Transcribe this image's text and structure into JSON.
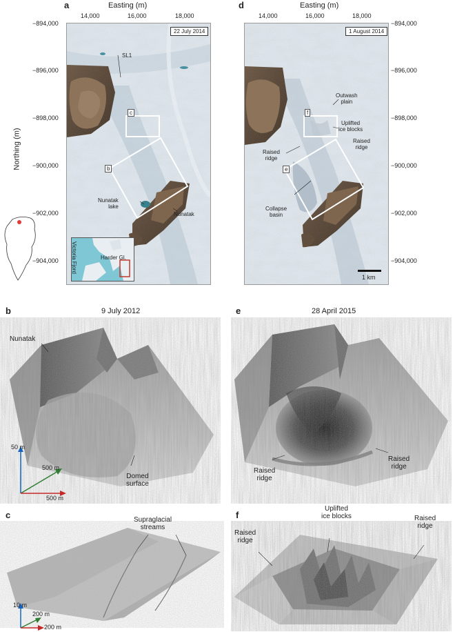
{
  "figure": {
    "panel_a": {
      "letter": "a",
      "date": "22 July 2014",
      "labels": {
        "sl1": "SL1",
        "nunatak_lake": "Nunatak\nlake",
        "nunatak": "Nunatak",
        "box_c": "c",
        "box_b": "b"
      },
      "inset": {
        "glacier": "Harder Gl.",
        "fjord": "Victoria Fjord"
      }
    },
    "panel_d": {
      "letter": "d",
      "date": "1 August 2014",
      "labels": {
        "outwash": "Outwash\nplain",
        "uplifted": "Uplifted\nice blocks",
        "raised_ridge_right": "Raised\nridge",
        "raised_ridge_left": "Raised\nridge",
        "collapse": "Collapse\nbasin",
        "box_f": "f",
        "box_e": "e"
      },
      "scalebar": "1 km"
    },
    "axes": {
      "easting_title": "Easting (m)",
      "northing_title": "Northing (m)",
      "easting_ticks": [
        "14,000",
        "16,000",
        "18,000"
      ],
      "northing_ticks_left": [
        "−894,000",
        "−896,000",
        "−898,000",
        "−900,000",
        "−902,000",
        "−904,000"
      ],
      "northing_ticks_right": [
        "−894,000",
        "−896,000",
        "−898,000",
        "−900,000",
        "−902,000",
        "−904,000"
      ]
    },
    "panel_b": {
      "letter": "b",
      "date": "9 July 2012",
      "labels": {
        "nunatak": "Nunatak",
        "domed": "Domed\nsurface"
      },
      "scale": {
        "z": "50 m",
        "y": "500 m",
        "x": "500 m"
      }
    },
    "panel_e": {
      "letter": "e",
      "date": "28 April 2015",
      "labels": {
        "ridge_left": "Raised\nridge",
        "ridge_right": "Raised\nridge"
      }
    },
    "panel_c": {
      "letter": "c",
      "labels": {
        "streams": "Supraglacial\nstreams"
      },
      "scale": {
        "z": "10 m",
        "y": "200 m",
        "x": "200 m"
      }
    },
    "panel_f": {
      "letter": "f",
      "labels": {
        "ridge_left": "Raised\nridge",
        "uplifted": "Uplifted\nice blocks",
        "ridge_right": "Raised\nridge"
      }
    },
    "colors": {
      "box": "#ffffff",
      "inset_box": "#c0392b",
      "location_dot": "#e53935",
      "x_arrow": "#c62828",
      "y_arrow": "#2e7d32",
      "z_arrow": "#1565c0"
    }
  }
}
